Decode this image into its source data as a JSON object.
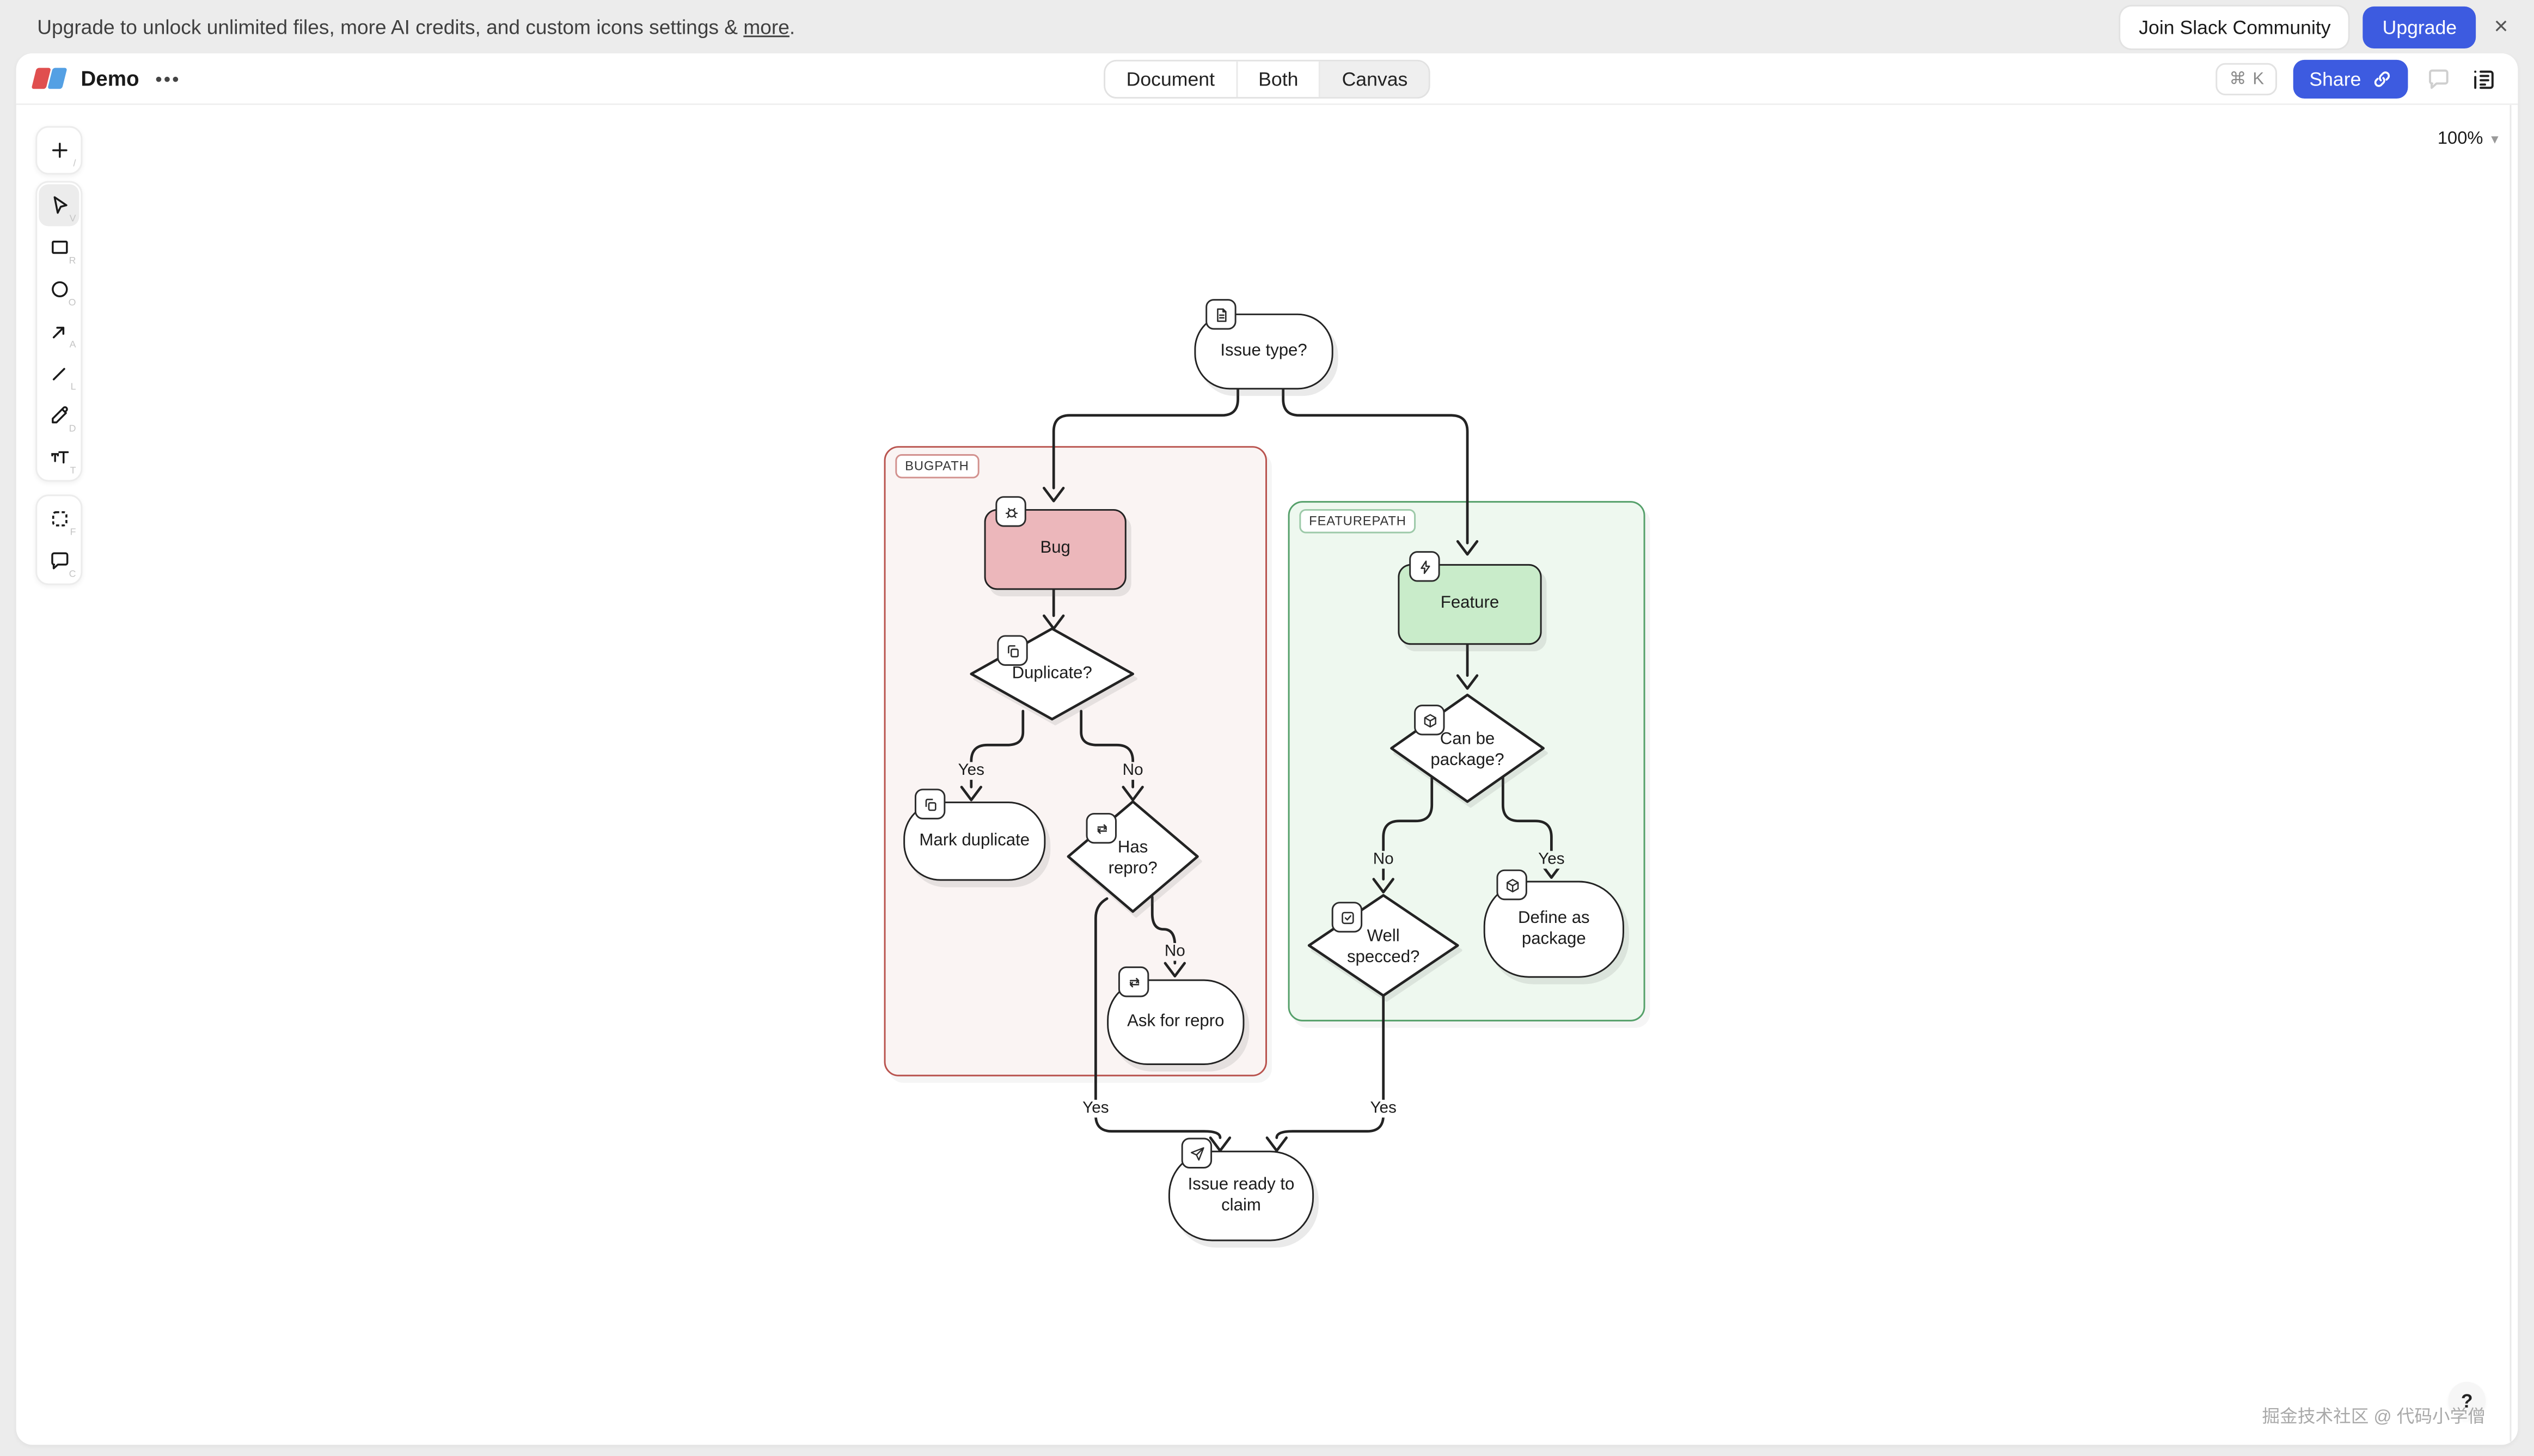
{
  "banner": {
    "message": "Upgrade to unlock unlimited files, more AI credits, and custom icons settings & ",
    "more_link": "more",
    "suffix": ".",
    "join_button": "Join Slack Community",
    "upgrade_button": "Upgrade",
    "close_icon": "×"
  },
  "header": {
    "title": "Demo",
    "menu_dots": "•••",
    "tabs": [
      {
        "label": "Document",
        "active": false
      },
      {
        "label": "Both",
        "active": false
      },
      {
        "label": "Canvas",
        "active": true
      }
    ],
    "shortcut_cmd": "⌘",
    "shortcut_key": "K",
    "share_button": "Share"
  },
  "toolbar": {
    "groups": [
      {
        "tools": [
          {
            "name": "add",
            "shortcut": "/"
          }
        ]
      },
      {
        "tools": [
          {
            "name": "select",
            "shortcut": "V",
            "active": true
          },
          {
            "name": "rectangle",
            "shortcut": "R"
          },
          {
            "name": "ellipse",
            "shortcut": "O"
          },
          {
            "name": "arrow",
            "shortcut": "A"
          },
          {
            "name": "line",
            "shortcut": "L"
          },
          {
            "name": "draw",
            "shortcut": "D"
          },
          {
            "name": "text",
            "shortcut": "T"
          }
        ]
      },
      {
        "tools": [
          {
            "name": "frame",
            "shortcut": "F"
          },
          {
            "name": "comment",
            "shortcut": "C"
          }
        ]
      }
    ]
  },
  "canvas": {
    "zoom_level": "100%",
    "zoom_caret": "▾",
    "help_label": "?",
    "watermark": "掘金技术社区 @ 代码小学僧",
    "containers": {
      "bugpath": {
        "label": "BUGPATH",
        "border": "#b9534e",
        "background": "#faf4f3"
      },
      "featurepath": {
        "label": "FEATUREPATH",
        "border": "#55a06a",
        "background": "#eef8ef"
      }
    },
    "nodes": {
      "issue_type": {
        "label": "Issue type?",
        "shape": "pill",
        "icon": "document-icon",
        "fill": "#ffffff"
      },
      "bug": {
        "label": "Bug",
        "shape": "rect",
        "icon": "bug-icon",
        "fill": "#ecb7bb"
      },
      "duplicate": {
        "label": "Duplicate?",
        "shape": "diamond",
        "icon": "copy-icon",
        "fill": "#ffffff"
      },
      "mark_duplicate": {
        "label": "Mark duplicate",
        "shape": "pill",
        "icon": "copy-icon",
        "fill": "#ffffff"
      },
      "has_repro": {
        "label": "Has repro?",
        "shape": "diamond",
        "icon": "repeat-icon",
        "fill": "#ffffff"
      },
      "ask_for_repro": {
        "label": "Ask for repro",
        "shape": "pill",
        "icon": "repeat-icon",
        "fill": "#ffffff"
      },
      "feature": {
        "label": "Feature",
        "shape": "rect",
        "icon": "bolt-icon",
        "fill": "#c9ecca"
      },
      "can_be_package": {
        "label": "Can be package?",
        "shape": "diamond",
        "icon": "package-icon",
        "fill": "#ffffff"
      },
      "well_specced": {
        "label": "Well specced?",
        "shape": "diamond",
        "icon": "checkbox-icon",
        "fill": "#ffffff"
      },
      "define_as_package": {
        "label": "Define as package",
        "shape": "pill",
        "icon": "package-icon",
        "fill": "#ffffff"
      },
      "issue_ready": {
        "label": "Issue ready to claim",
        "shape": "pill",
        "icon": "send-icon",
        "fill": "#ffffff"
      }
    },
    "edge_labels": [
      {
        "id": "duplicate-yes",
        "text": "Yes"
      },
      {
        "id": "duplicate-no",
        "text": "No"
      },
      {
        "id": "hasrepro-no",
        "text": "No"
      },
      {
        "id": "hasrepro-yes",
        "text": "Yes"
      },
      {
        "id": "canbepackage-no",
        "text": "No"
      },
      {
        "id": "canbepackage-yes",
        "text": "Yes"
      },
      {
        "id": "wellspecced-yes",
        "text": "Yes"
      }
    ]
  },
  "colors": {
    "accent_blue": "#3d5be0",
    "app_background": "#ececec",
    "logo_red": "#e04f4f",
    "logo_blue": "#54a0e4"
  }
}
